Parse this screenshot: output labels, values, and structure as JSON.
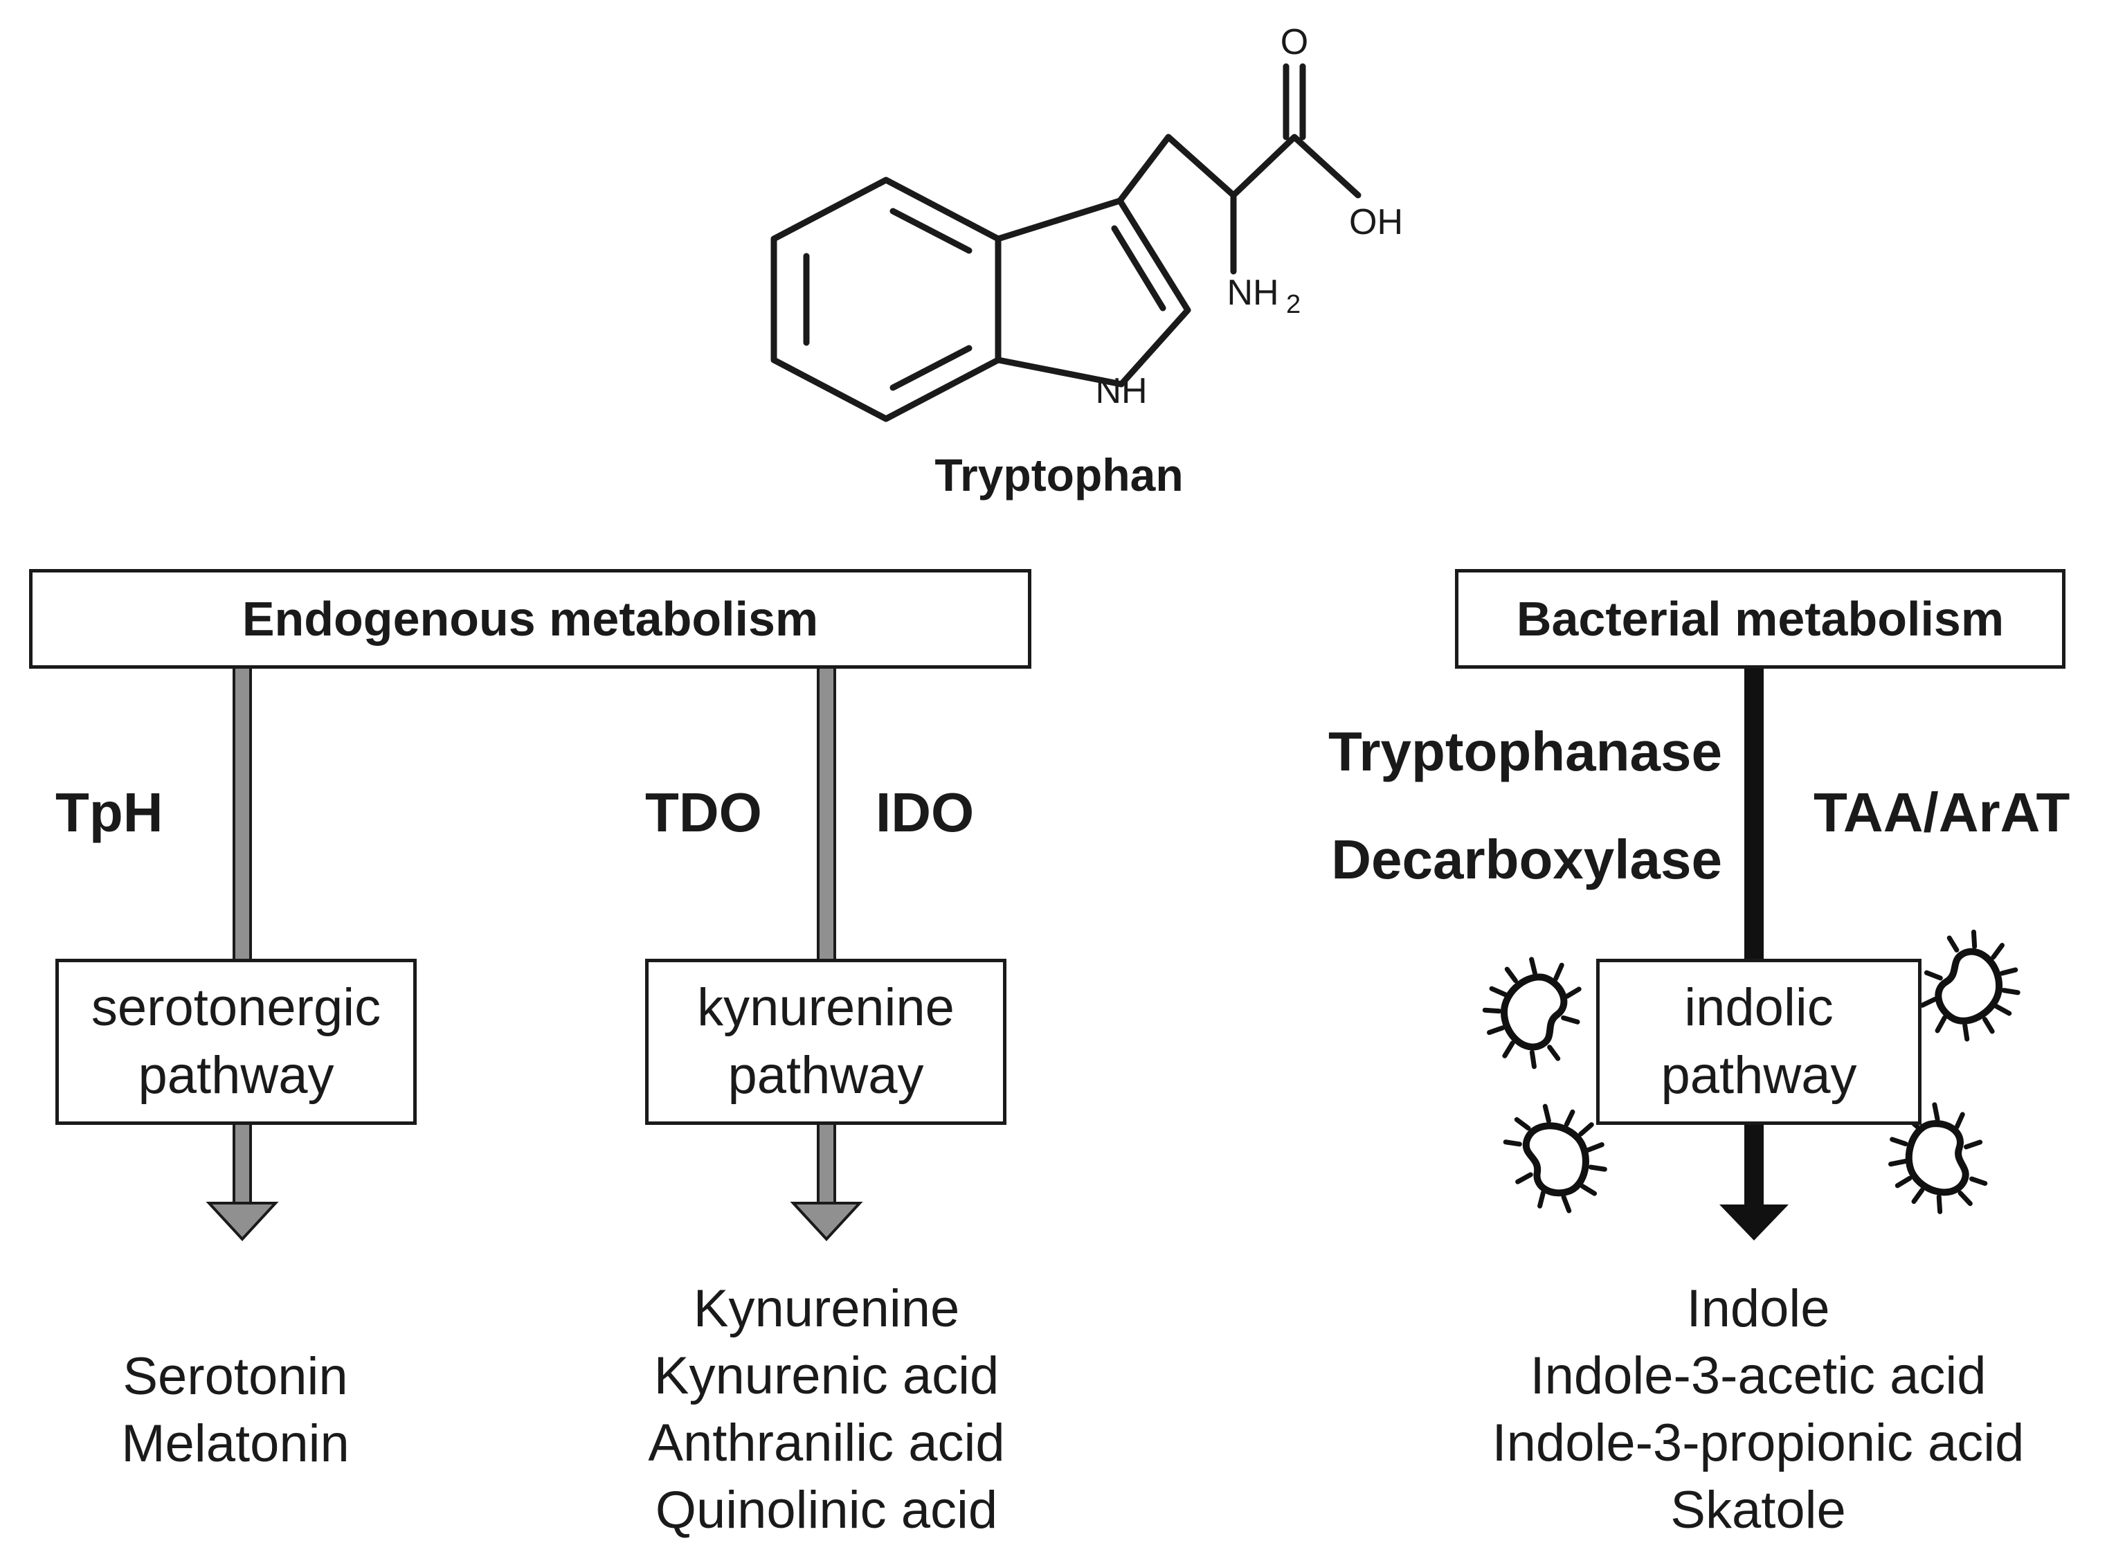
{
  "molecule": {
    "name": "Tryptophan",
    "atoms": {
      "oxygen": "O",
      "hydroxyl": "OH",
      "amine": "NH",
      "amine_sub": "2",
      "ring_nh": "NH"
    }
  },
  "endogenous": {
    "header": "Endogenous metabolism",
    "serotonergic": {
      "enzyme": "TpH",
      "box_line1": "serotonergic",
      "box_line2": "pathway",
      "products": [
        "Serotonin",
        "Melatonin"
      ]
    },
    "kynurenine": {
      "enzyme_left": "TDO",
      "enzyme_right": "IDO",
      "box_line1": "kynurenine",
      "box_line2": "pathway",
      "products": [
        "Kynurenine",
        "Kynurenic acid",
        "Anthranilic acid",
        "Quinolinic acid"
      ]
    }
  },
  "bacterial": {
    "header": "Bacterial metabolism",
    "enzymes_left": [
      "Tryptophanase",
      "Decarboxylase"
    ],
    "enzyme_right": "TAA/ArAT",
    "box_line1": "indolic",
    "box_line2": "pathway",
    "bacteria_icon": "bacterium-icon",
    "products": [
      "Indole",
      "Indole-3-acetic acid",
      "Indole-3-propionic acid",
      "Skatole"
    ]
  },
  "colors": {
    "gray_arrow": "#909090",
    "black_arrow": "#111111",
    "stroke": "#1a1a1a"
  }
}
